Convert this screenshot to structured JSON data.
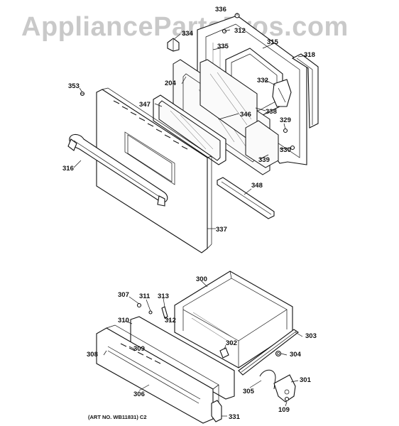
{
  "watermark": "AppliancePartsPros.com",
  "art_number": "(ART NO. WB11831) C2",
  "callouts": {
    "p336": "336",
    "p312a": "312",
    "p334": "334",
    "p335": "335",
    "p315": "315",
    "p318": "318",
    "p353": "353",
    "p204": "204",
    "p332": "332",
    "p347": "347",
    "p346": "346",
    "p338": "338",
    "p329": "329",
    "p330": "330",
    "p339": "339",
    "p316": "316",
    "p348": "348",
    "p337": "337",
    "p300": "300",
    "p307": "307",
    "p311": "311",
    "p313": "313",
    "p312b": "312",
    "p310": "310",
    "p303": "303",
    "p302": "302",
    "p304": "304",
    "p308": "308",
    "p309": "309",
    "p301": "301",
    "p305": "305",
    "p306": "306",
    "p109": "109",
    "p331": "331"
  }
}
